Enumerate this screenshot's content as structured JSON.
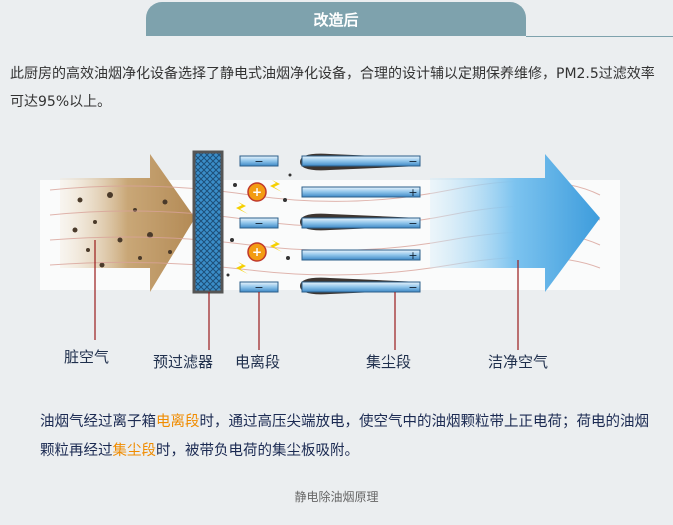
{
  "header": {
    "tab_label": "改造后"
  },
  "intro_text": "此厨房的高效油烟净化设备选择了静电式油烟净化设备，合理的设计辅以定期保养维修，PM2.5过滤效率可达95%以上。",
  "diagram": {
    "labels": {
      "dirty_air": "脏空气",
      "pre_filter": "预过滤器",
      "ionization": "电离段",
      "collection": "集尘段",
      "clean_air": "洁净空气"
    },
    "plate_signs": [
      "−",
      "+",
      "−",
      "+",
      "−"
    ],
    "ion_sign": "+",
    "colors": {
      "blue_arrow": "#4aa8e0",
      "dirty_arrow": "#b38a55",
      "filter": "#2f7fb8",
      "label_line": "#9a1a1a",
      "ion": "#f39c12"
    }
  },
  "description": {
    "part1": "油烟气经过离子箱",
    "hl1": "电离段",
    "part2": "时，通过高压尖端放电，使空气中的油烟颗粒带上正电荷；荷电的油烟颗粒再经过",
    "hl2": "集尘段",
    "part3": "时，被带负电荷的集尘板吸附。"
  },
  "caption": "静电除油烟原理"
}
